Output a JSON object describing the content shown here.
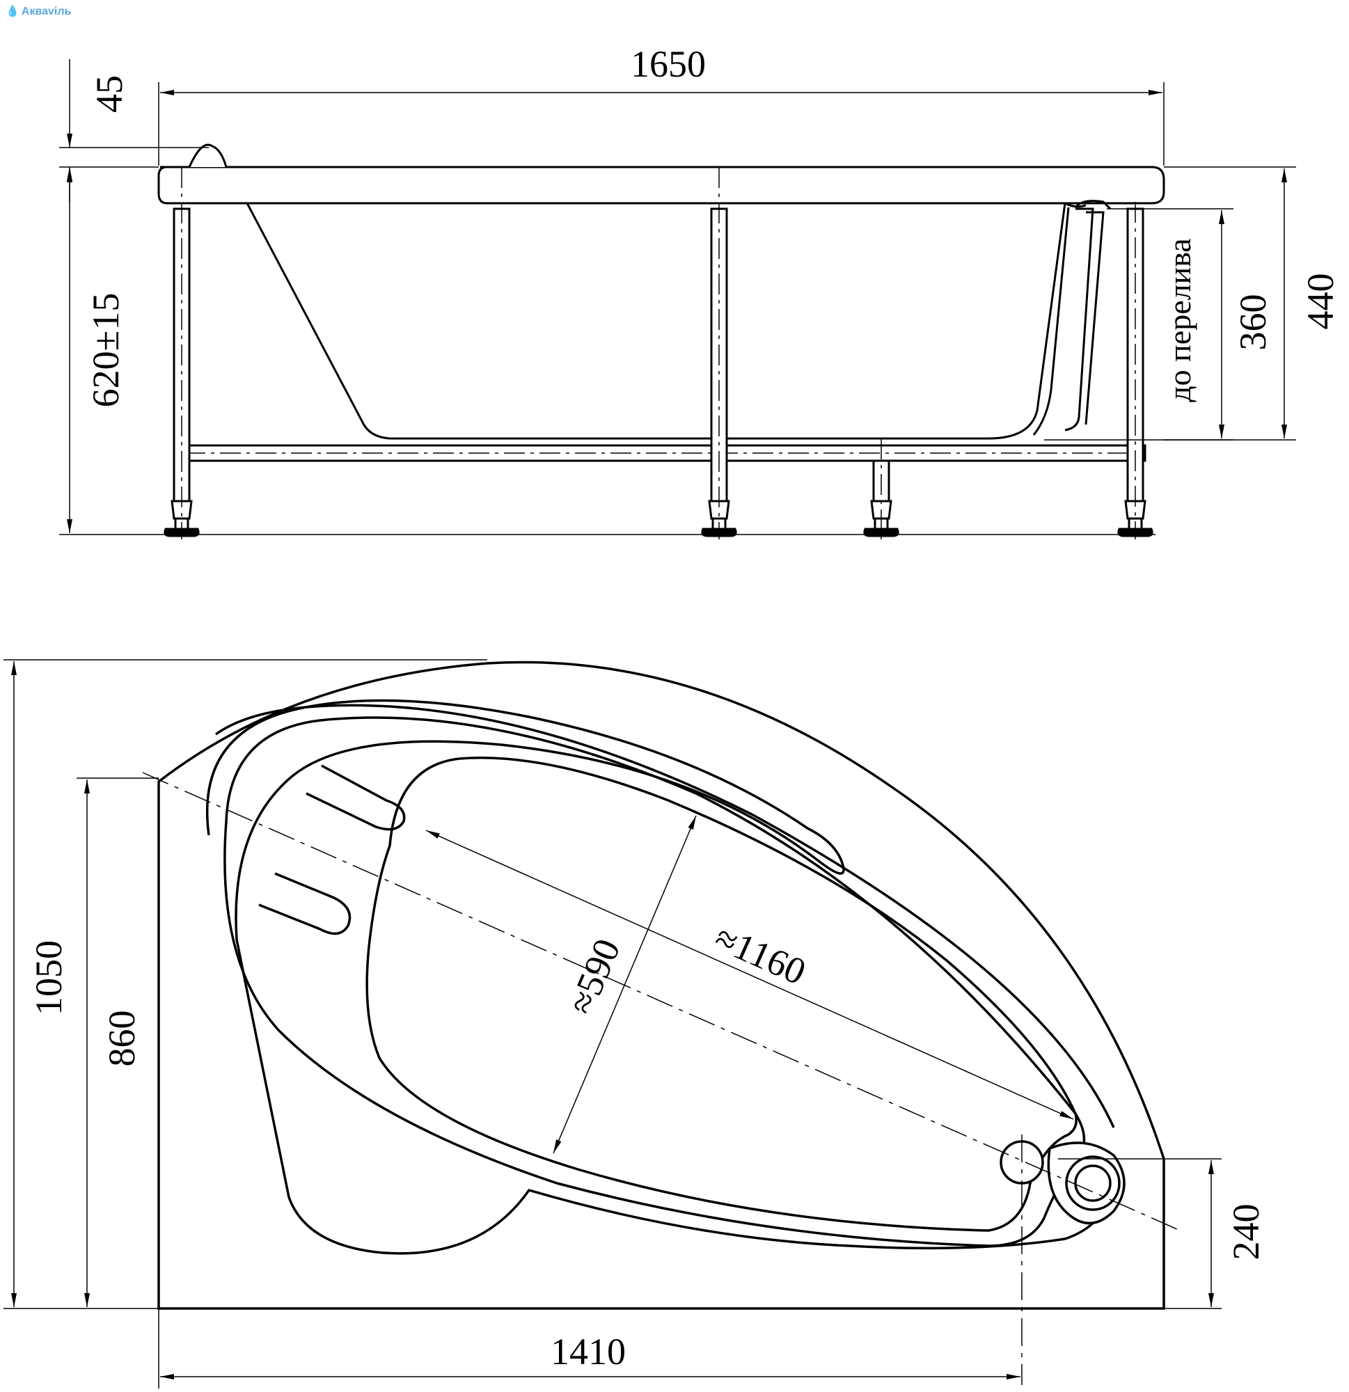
{
  "brand": {
    "name": "Акваviль",
    "icon": "water-drop-icon",
    "color": "#5aa8dc"
  },
  "side_view": {
    "length": "1650",
    "rim_height": "45",
    "leg_height": "620±15",
    "overflow_label": "до перелива",
    "overflow_depth": "360",
    "total_depth": "440"
  },
  "top_view": {
    "overall_depth": "1050",
    "side_depth": "860",
    "inner_length": "≈1160",
    "inner_width": "≈590",
    "drain_offset": "240",
    "base_length": "1410"
  },
  "colors": {
    "line": "#000000",
    "background": "#ffffff"
  }
}
